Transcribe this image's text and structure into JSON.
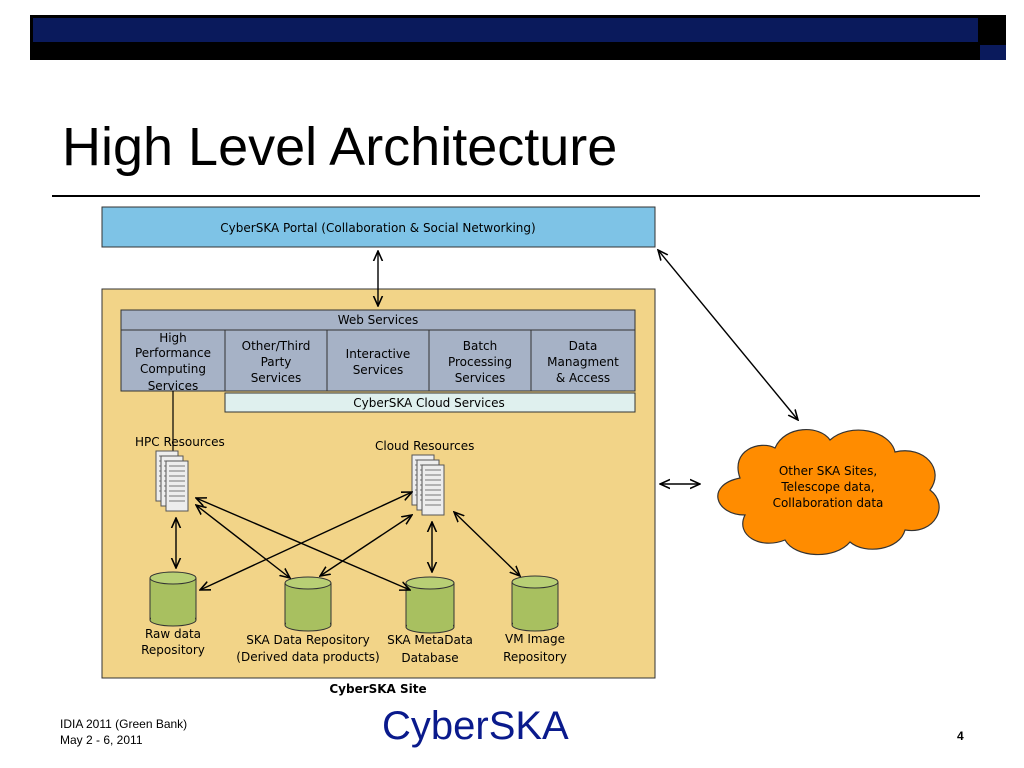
{
  "slide": {
    "title": "High Level Architecture",
    "footer_left_line1": "IDIA 2011 (Green Bank)",
    "footer_left_line2": "May 2 - 6, 2011",
    "footer_center": "CyberSKA",
    "page_number": "4"
  },
  "diagram": {
    "portal_label": "CyberSKA Portal (Collaboration & Social Networking)",
    "web_services_label": "Web Services",
    "services": [
      [
        "High",
        "Performance",
        "Computing",
        "Services"
      ],
      [
        "Other/Third",
        "Party",
        "Services"
      ],
      [
        "Interactive",
        "Services"
      ],
      [
        "Batch",
        "Processing",
        "Services"
      ],
      [
        "Data",
        "Managment",
        "& Access"
      ]
    ],
    "cloud_services_label": "CyberSKA Cloud Services",
    "hpc_resources_label": "HPC Resources",
    "cloud_resources_label": "Cloud Resources",
    "databases": [
      [
        "Raw data",
        "Repository"
      ],
      [
        "SKA Data Repository",
        "(Derived data products)"
      ],
      [
        "SKA MetaData",
        "Database"
      ],
      [
        "VM Image",
        "Repository"
      ]
    ],
    "site_label": "CyberSKA Site",
    "external_cloud": [
      "Other SKA Sites,",
      "Telescope data,",
      "Collaboration data"
    ],
    "colors": {
      "portal": "#7ec3e6",
      "site": "#f2d488",
      "services": "#a6b2c6",
      "cloud_services": "#dff0ee",
      "database": "#a8c060",
      "external_cloud": "#ff8c00",
      "title_bar": "#0a1a5c",
      "footer_brand": "#0a1a8c"
    }
  }
}
